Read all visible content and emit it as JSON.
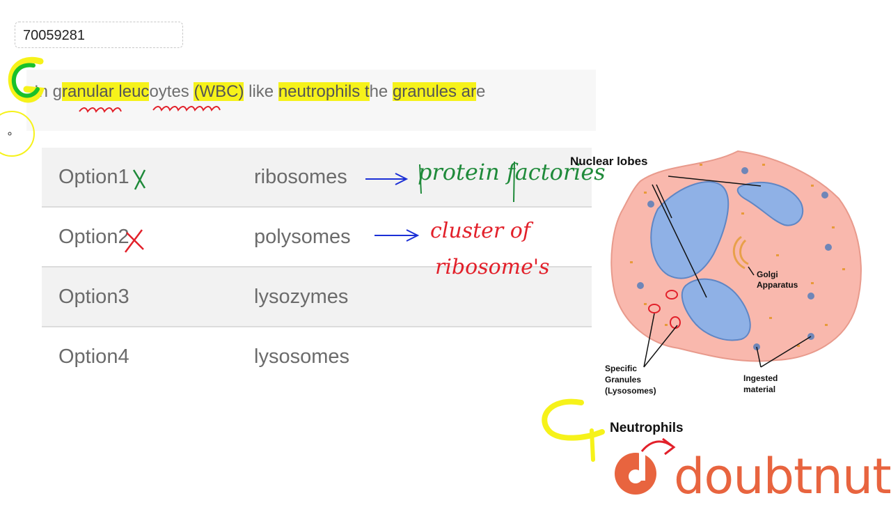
{
  "question_id": "70059281",
  "question": {
    "seg1": "In g",
    "hl1": "ranular leuc",
    "seg2": "oytes ",
    "hl2": "(WBC)",
    "seg3": " like ",
    "hl3": "neutrophils t",
    "seg4": "he ",
    "hl4": "granules ar",
    "seg5": "e"
  },
  "options": [
    {
      "label": "Option1",
      "value": "ribosomes"
    },
    {
      "label": "Option2",
      "value": "polysomes"
    },
    {
      "label": "Option3",
      "value": "lysozymes"
    },
    {
      "label": "Option4",
      "value": "lysosomes"
    }
  ],
  "annotations": {
    "protein": "protein factories",
    "cluster": "cluster of",
    "ribo": "ribosome's"
  },
  "diagram": {
    "nuclear_lobes": "Nuclear lobes",
    "golgi_1": "Golgi",
    "golgi_2": "Apparatus",
    "specific_1": "Specific",
    "specific_2": "Granules",
    "specific_3": "(Lysosomes)",
    "ingested_1": "Ingested",
    "ingested_2": "material",
    "title": "Neutrophils"
  },
  "brand": "doubtnut",
  "colors": {
    "highlight": "#f6f21a",
    "green_ink": "#1f8a3a",
    "blue_ink": "#1b2fd6",
    "red_ink": "#e2202a",
    "brand": "#e8643f",
    "cell": "#f9b8ad",
    "nucleus": "#8fb1e6"
  }
}
